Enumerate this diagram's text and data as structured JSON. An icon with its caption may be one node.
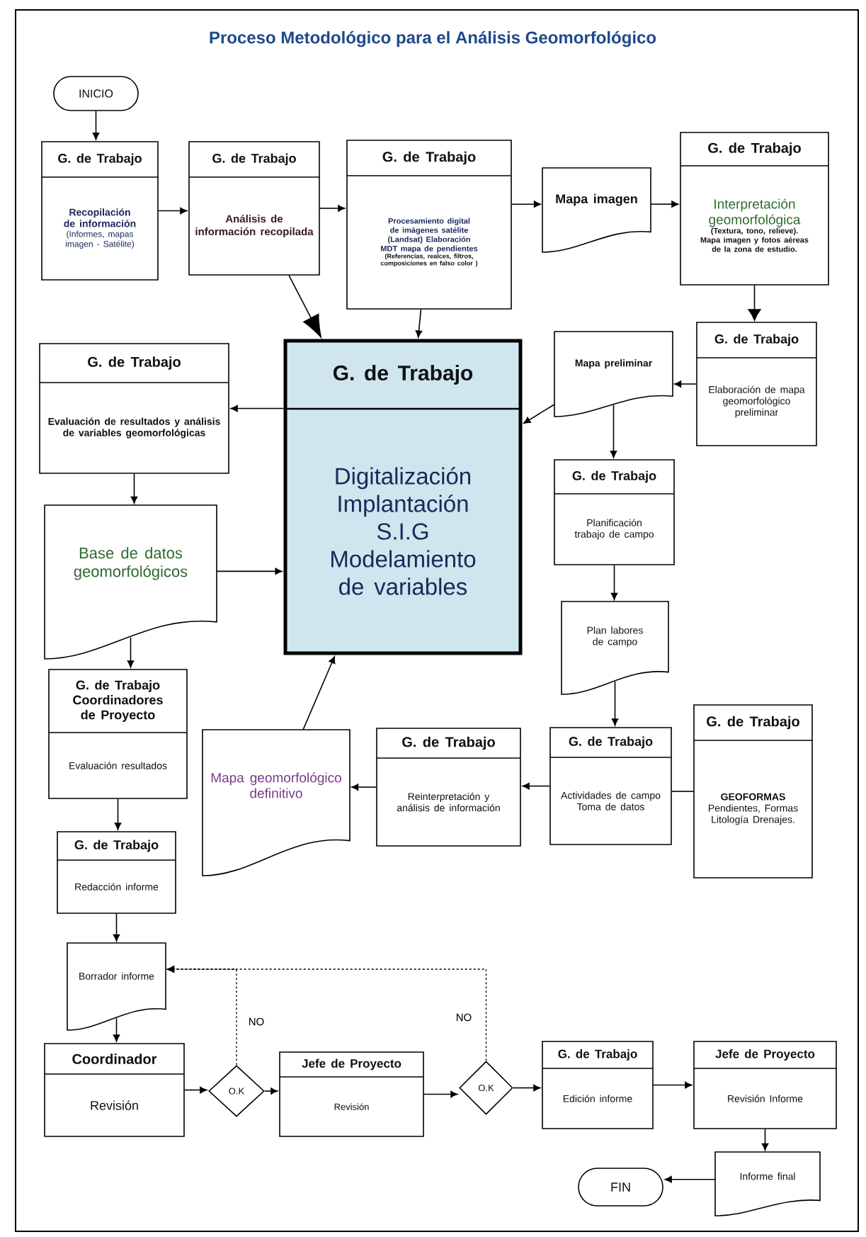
{
  "diagram": {
    "title": "Proceso Metodológico para el Análisis Geomorfológico",
    "nodes": [
      {
        "text": [
          "INICIO"
        ]
      },
      {
        "text": [
          "G. de Trabajo",
          "Recopilación de información",
          "(Informes, mapas imagen - Satélite)"
        ]
      },
      {
        "text": [
          "G. de Trabajo",
          "Análisis de información recopilada"
        ]
      },
      {
        "text": [
          "G. de Trabajo",
          "Procesamiento digital de imágenes satélite (Landsat) Elaboración MDT mapa de pendientes",
          "(Referencias, realces, filtros, composiciones en falso color )"
        ]
      },
      {
        "text": [
          "Mapa imagen"
        ]
      },
      {
        "text": [
          "G. de Trabajo",
          "Interpretación geomorfológica",
          "(Textura, tono, relieve). Mapa imagen y fotos aéreas de la zona de estudio."
        ]
      },
      {
        "text": [
          "G. de Trabajo",
          "Elaboración de mapa geomorfológico preliminar"
        ]
      },
      {
        "text": [
          "Mapa preliminar"
        ]
      },
      {
        "text": [
          "G. de Trabajo",
          "Evaluación de resultados y análisis de variables geomorfológicas"
        ]
      },
      {
        "text": [
          "G. de Trabajo",
          "Digitalización Implantación S.I.G Modelamiento de variables"
        ]
      },
      {
        "text": [
          "Base de datos geomorfológicos"
        ]
      },
      {
        "text": [
          "G. de Trabajo",
          "Planificación trabajo de campo"
        ]
      },
      {
        "text": [
          "Plan labores de campo"
        ]
      },
      {
        "text": [
          "G. de Trabajo Coordinadores de Proyecto",
          "Evaluación resultados"
        ]
      },
      {
        "text": [
          "Mapa geomorfológico definitivo"
        ]
      },
      {
        "text": [
          "G. de Trabajo",
          "Reinterpretación y análisis de información"
        ]
      },
      {
        "text": [
          "G. de Trabajo",
          "Actividades de campo Toma de datos"
        ]
      },
      {
        "text": [
          "G. de Trabajo",
          "GEOFORMAS",
          "Pendientes, Formas Litología Drenajes."
        ]
      },
      {
        "text": [
          "G. de Trabajo",
          "Redacción informe"
        ]
      },
      {
        "text": [
          "Borrador informe"
        ]
      },
      {
        "text": [
          "Coordinador",
          "Revisión"
        ]
      },
      {
        "text": [
          "O.K"
        ]
      },
      {
        "text": [
          "Jefe de Proyecto",
          "Revisión"
        ]
      },
      {
        "text": [
          "O.K"
        ]
      },
      {
        "text": [
          "G. de Trabajo",
          "Edición informe"
        ]
      },
      {
        "text": [
          "Jefe de Proyecto",
          "Revisión Informe"
        ]
      },
      {
        "text": [
          "Informe final"
        ]
      },
      {
        "text": [
          "FIN"
        ]
      }
    ],
    "edges": [
      {
        "from": 0,
        "to": 1,
        "arrow": "to"
      },
      {
        "from": 1,
        "to": 2,
        "arrow": "to"
      },
      {
        "from": 2,
        "to": 3,
        "arrow": "to"
      },
      {
        "from": 3,
        "to": 4,
        "arrow": "to"
      },
      {
        "from": 4,
        "to": 5,
        "arrow": "to"
      },
      {
        "from": 2,
        "to": 9,
        "arrow": "to"
      },
      {
        "from": 3,
        "to": 9,
        "arrow": "to"
      },
      {
        "from": 5,
        "to": 6,
        "arrow": "to"
      },
      {
        "from": 6,
        "to": 7,
        "arrow": "to"
      },
      {
        "from": 7,
        "to": 9,
        "arrow": "to"
      },
      {
        "from": 7,
        "to": 11,
        "arrow": "to"
      },
      {
        "from": 9,
        "to": 8,
        "arrow": "to"
      },
      {
        "from": 8,
        "to": 10,
        "arrow": "to"
      },
      {
        "from": 10,
        "to": 9,
        "arrow": "to"
      },
      {
        "from": 10,
        "to": 13,
        "arrow": "to"
      },
      {
        "from": 11,
        "to": 12,
        "arrow": "to"
      },
      {
        "from": 12,
        "to": 16,
        "arrow": "to"
      },
      {
        "from": 17,
        "to": 16,
        "arrow": "none"
      },
      {
        "from": 16,
        "to": 15,
        "arrow": "to"
      },
      {
        "from": 15,
        "to": 14,
        "arrow": "to"
      },
      {
        "from": 14,
        "to": 9,
        "arrow": "to"
      },
      {
        "from": 13,
        "to": 18,
        "arrow": "to"
      },
      {
        "from": 18,
        "to": 19,
        "arrow": "to"
      },
      {
        "from": 19,
        "to": 20,
        "arrow": "to"
      },
      {
        "from": 20,
        "to": 21,
        "arrow": "to"
      },
      {
        "from": 21,
        "to": 22,
        "arrow": "to"
      },
      {
        "from": 21,
        "to": 19,
        "arrow": "to",
        "label": "NO",
        "style": "dashed"
      },
      {
        "from": 22,
        "to": 23,
        "arrow": "to"
      },
      {
        "from": 23,
        "to": 19,
        "arrow": "to",
        "label": "NO",
        "style": "dashed"
      },
      {
        "from": 23,
        "to": 24,
        "arrow": "to"
      },
      {
        "from": 24,
        "to": 25,
        "arrow": "to"
      },
      {
        "from": 25,
        "to": 26,
        "arrow": "to"
      },
      {
        "from": 26,
        "to": 27,
        "arrow": "to"
      }
    ]
  }
}
